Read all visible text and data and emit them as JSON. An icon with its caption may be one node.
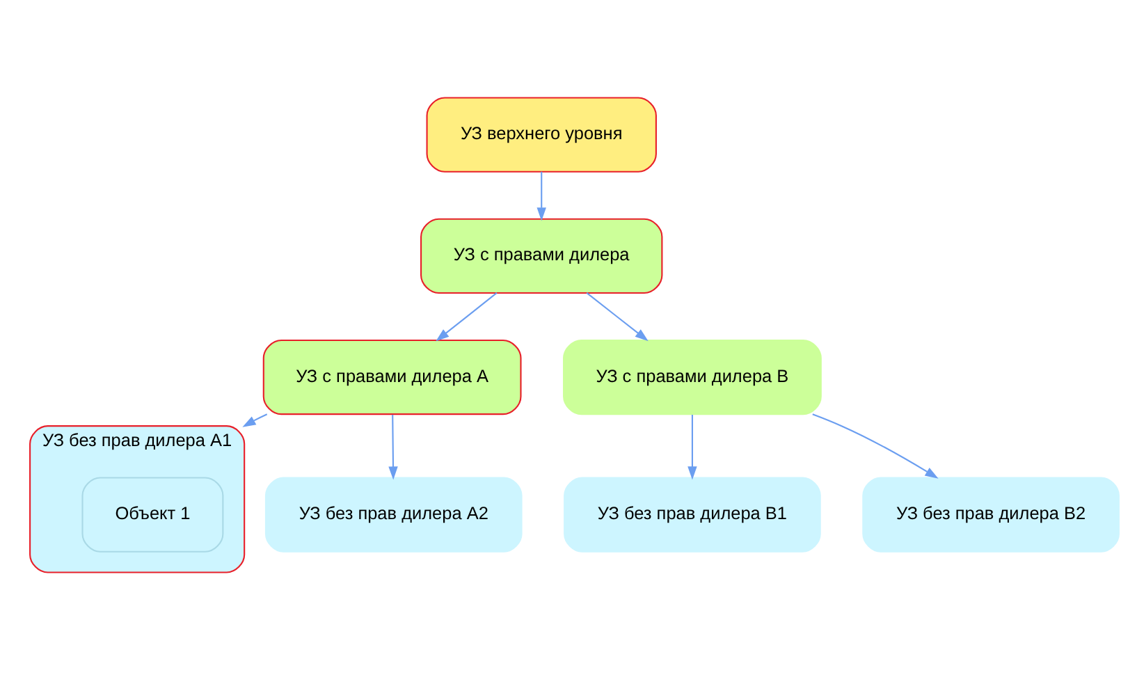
{
  "diagram": {
    "nodes": [
      {
        "text": [
          "УЗ верхнего уровня"
        ]
      },
      {
        "text": [
          "УЗ с правами дилера"
        ]
      },
      {
        "text": [
          "УЗ с правами дилера А"
        ]
      },
      {
        "text": [
          "УЗ с правами дилера В"
        ]
      },
      {
        "text": [
          "УЗ без прав дилера А1"
        ]
      },
      {
        "text": [
          "Объект 1"
        ],
        "in": 4
      },
      {
        "text": [
          "УЗ без прав дилера А2"
        ]
      },
      {
        "text": [
          "УЗ без прав дилера В1"
        ]
      },
      {
        "text": [
          "УЗ без прав дилера В2"
        ]
      }
    ],
    "edges": [
      {
        "from": 0,
        "to": 1,
        "arrow": "to"
      },
      {
        "from": 1,
        "to": 2,
        "arrow": "to"
      },
      {
        "from": 1,
        "to": 3,
        "arrow": "to"
      },
      {
        "from": 2,
        "to": 4,
        "arrow": "to"
      },
      {
        "from": 2,
        "to": 6,
        "arrow": "to"
      },
      {
        "from": 3,
        "to": 7,
        "arrow": "to"
      },
      {
        "from": 3,
        "to": 8,
        "arrow": "to"
      }
    ]
  }
}
